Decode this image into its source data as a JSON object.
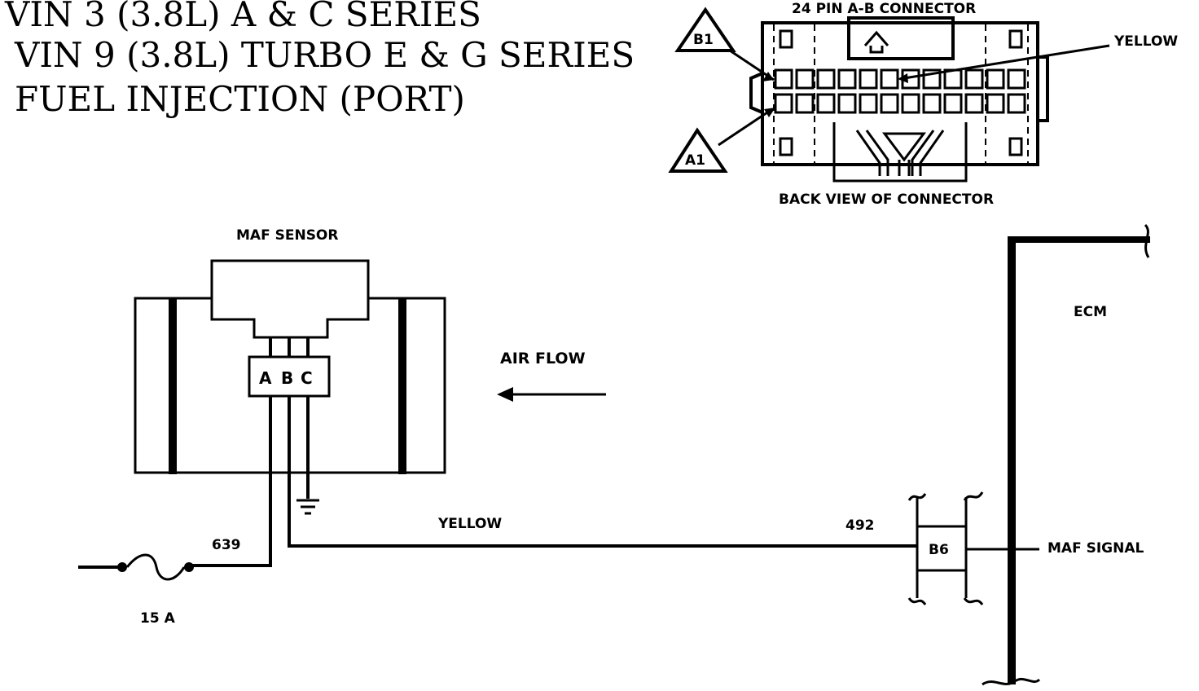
{
  "title": {
    "line1": "VIN 3 (3.8L) A & C SERIES",
    "line2": "VIN 9 (3.8L) TURBO E & G SERIES",
    "line3": "FUEL INJECTION (PORT)"
  },
  "connector": {
    "title": "24 PIN A-B CONNECTOR",
    "caption": "BACK VIEW OF CONNECTOR",
    "callout_b1": "B1",
    "callout_a1": "A1",
    "wire_label": "YELLOW"
  },
  "sensor": {
    "title": "MAF SENSOR",
    "pins": [
      "A",
      "B",
      "C"
    ],
    "air_flow_label": "AIR FLOW"
  },
  "circuit": {
    "wire_label": "YELLOW",
    "circuit_639": "639",
    "circuit_492": "492",
    "fuse_label": "15 A",
    "terminal": "B6",
    "signal_label": "MAF SIGNAL",
    "ecm_label": "ECM"
  }
}
